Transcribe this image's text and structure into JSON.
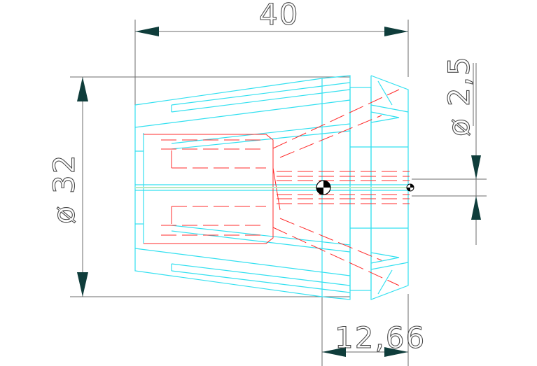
{
  "drawing": {
    "dimensions": {
      "overall_length": "40",
      "outer_diameter": "ø 32",
      "bore_diameter": "ø 2,5",
      "nose_length": "12,66"
    },
    "colors": {
      "outline": "#33e0f0",
      "hidden_lines": "#ff2b2b",
      "dimension_lines": "#6b6b6b",
      "arrowheads": "#0f3d3b",
      "axis": "#b8e8c0"
    }
  }
}
